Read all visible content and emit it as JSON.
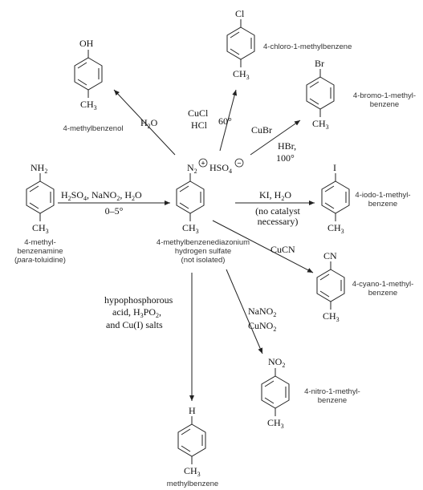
{
  "compounds": {
    "toluidine": {
      "sub_top": "NH",
      "sub_top_idx": "2",
      "sub_bot": "CH",
      "sub_bot_idx": "3",
      "name1": "4-methyl-",
      "name2": "benzenamine",
      "name3a": "(",
      "name3b": "para",
      "name3c": "-toluidine)"
    },
    "diazonium": {
      "sub_top": "N",
      "sub_top_idx": "2",
      "plus": "+",
      "counter": "HSO",
      "counter_idx": "4",
      "minus": "−",
      "sub_bot": "CH",
      "sub_bot_idx": "3",
      "name1": "4-methylbenzenediazonium",
      "name2": "hydrogen sulfate",
      "name3": "(not isolated)"
    },
    "phenol": {
      "sub_top": "OH",
      "sub_bot": "CH",
      "sub_bot_idx": "3",
      "name": "4-methylbenzenol"
    },
    "chloro": {
      "sub_top": "Cl",
      "sub_bot": "CH",
      "sub_bot_idx": "3",
      "name": "4-chloro-1-methylbenzene"
    },
    "bromo": {
      "sub_top": "Br",
      "sub_bot": "CH",
      "sub_bot_idx": "3",
      "name1": "4-bromo-1-methyl-",
      "name2": "benzene"
    },
    "iodo": {
      "sub_top": "I",
      "sub_bot": "CH",
      "sub_bot_idx": "3",
      "name1": "4-iodo-1-methyl-",
      "name2": "benzene"
    },
    "cyano": {
      "sub_top": "CN",
      "sub_bot": "CH",
      "sub_bot_idx": "3",
      "name1": "4-cyano-1-methyl-",
      "name2": "benzene"
    },
    "nitro": {
      "sub_top": "NO",
      "sub_top_idx": "2",
      "sub_bot": "CH",
      "sub_bot_idx": "3",
      "name1": "4-nitro-1-methyl-",
      "name2": "benzene"
    },
    "toluene": {
      "sub_top": "H",
      "sub_bot": "CH",
      "sub_bot_idx": "3",
      "name": "methylbenzene"
    }
  },
  "reagents": {
    "diazotization": {
      "l1a": "H",
      "l1b": "2",
      "l1c": "SO",
      "l1d": "4",
      "l1e": ", NaNO",
      "l1f": "2",
      "l1g": ", H",
      "l1h": "2",
      "l1i": "O",
      "l2": "0–5°"
    },
    "hydrolysis": {
      "l1a": "H",
      "l1b": "2",
      "l1c": "O"
    },
    "chlorination": {
      "l1": "CuCl",
      "l2": "HCl",
      "temp": "60°"
    },
    "bromination": {
      "l1": "CuBr",
      "l2": "HBr,",
      "l3": "100°"
    },
    "iodination": {
      "l1a": "KI, H",
      "l1b": "2",
      "l1c": "O",
      "l2": "(no catalyst",
      "l3": "necessary)"
    },
    "cyanation": {
      "l1": "CuCN"
    },
    "nitration": {
      "l1a": "NaNO",
      "l1b": "2",
      "l2a": "CuNO",
      "l2b": "2"
    },
    "reduction": {
      "l1": "hypophosphorous",
      "l2a": "acid, H",
      "l2b": "3",
      "l2c": "PO",
      "l2d": "2",
      "l2e": ",",
      "l3": "and Cu(I) salts"
    }
  }
}
